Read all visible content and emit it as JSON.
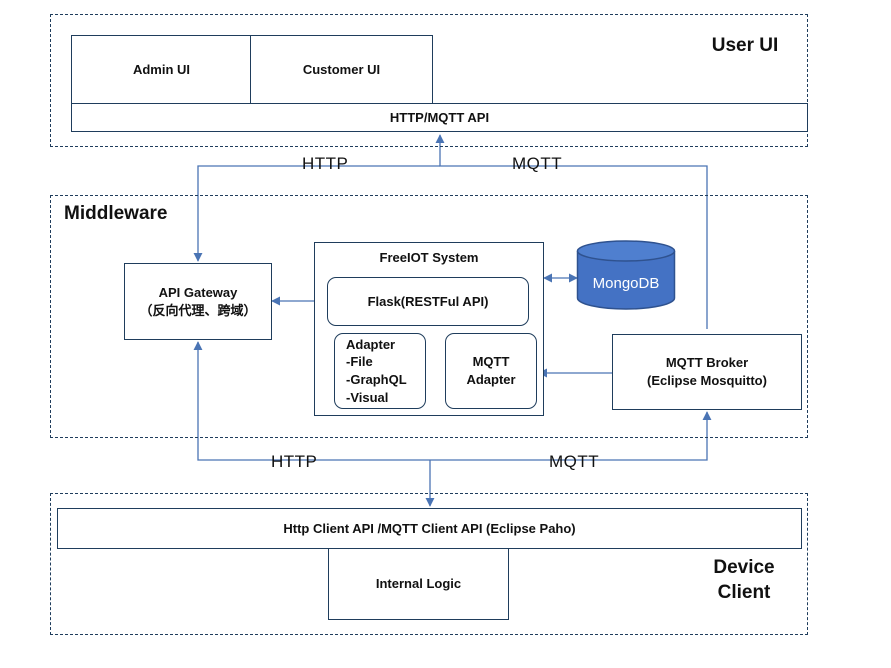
{
  "zones": {
    "user_ui": {
      "title": "User UI"
    },
    "middleware": {
      "title": "Middleware"
    },
    "device_client": {
      "title": "Device\nClient"
    }
  },
  "nodes": {
    "admin_ui": "Admin UI",
    "customer_ui": "Customer UI",
    "http_mqtt_api": "HTTP/MQTT API",
    "api_gateway": "API Gateway\n（反向代理、跨域）",
    "freeiot_system": "FreeIOT System",
    "flask": "Flask(RESTFul API)",
    "adapter": "Adapter\n-File\n-GraphQL\n-Visual",
    "mqtt_adapter": "MQTT\nAdapter",
    "mongodb": "MongoDB",
    "mqtt_broker": "MQTT Broker\n(Eclipse Mosquitto)",
    "client_api": "Http Client API /MQTT Client API (Eclipse Paho)",
    "internal_logic": "Internal Logic"
  },
  "edge_labels": {
    "top_http": "HTTP",
    "top_mqtt": "MQTT",
    "bottom_http": "HTTP",
    "bottom_mqtt": "MQTT"
  },
  "colors": {
    "line": "#4a74b4",
    "border": "#1f3d5c",
    "db_fill": "#4472c4",
    "db_stroke": "#2f528f"
  }
}
